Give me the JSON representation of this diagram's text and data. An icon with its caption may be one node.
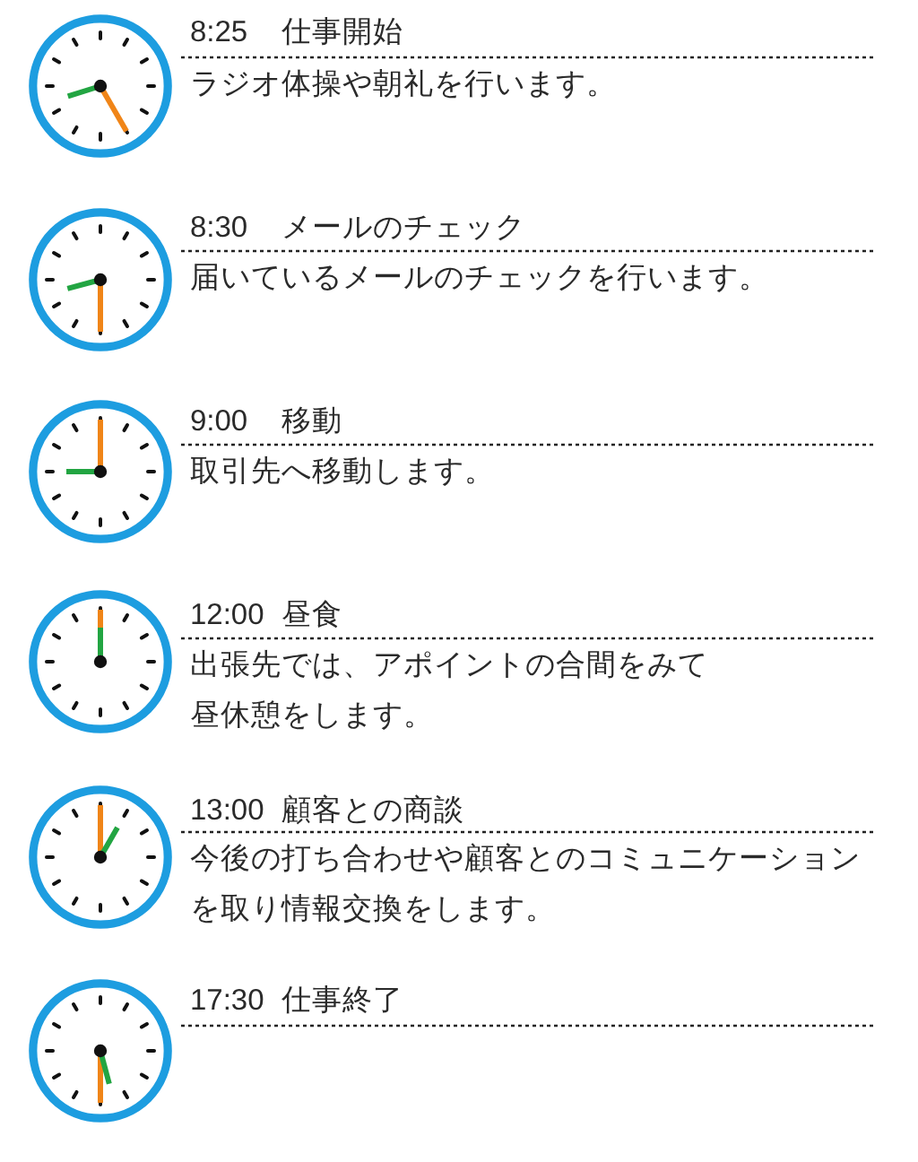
{
  "diagram": {
    "labels": [
      "8:25",
      "仕事開始",
      "ラジオ体操や朝礼を行います。",
      "8:30",
      "メールのチェック",
      "届いているメールのチェックを行います。",
      "9:00",
      "移動",
      "取引先へ移動します。",
      "12:00",
      "昼食",
      "出張先では、アポイントの合間をみて昼休憩をします。",
      "13:00",
      "顧客との商談",
      "今後の打ち合わせや顧客とのコミュニケーションを取り情報交換をします。",
      "17:30",
      "仕事終了"
    ]
  }
}
